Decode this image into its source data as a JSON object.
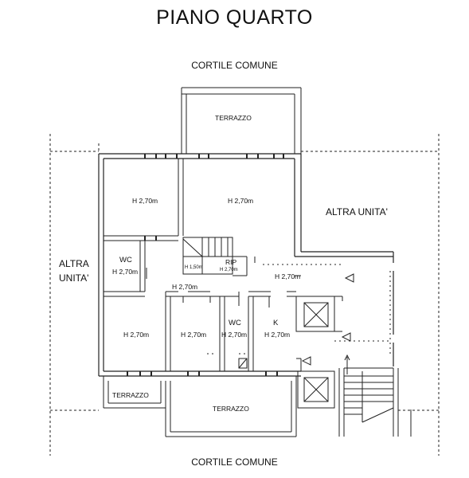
{
  "plan": {
    "title": "PIANO QUARTO",
    "courtyard_top": "CORTILE COMUNE",
    "courtyard_bottom": "CORTILE COMUNE",
    "terrace_top": "TERRAZZO",
    "terrace_bottom_left": "TERRAZZO",
    "terrace_bottom": "TERRAZZO",
    "other_unit_right": "ALTRA UNITA'",
    "other_unit_left_line1": "ALTRA",
    "other_unit_left_line2": "UNITA'",
    "rooms": {
      "room_top_left": "H 2,70m",
      "room_top_center": "H 2,70m",
      "wc_left_label": "WC",
      "wc_left_height": "H 2,70m",
      "stair_height": "H 1,50m",
      "rip_label": "RIP",
      "rip_height": "H 2,70m",
      "corridor_height": "H 2,70m",
      "hall_height": "H 2,70m",
      "room_bottom_left": "H 2,70m",
      "room_bottom_center": "H 2,70m",
      "wc_right_label": "WC",
      "wc_right_height": "H 2,70m",
      "kitchen_label": "K",
      "kitchen_height": "H 2,70m"
    }
  }
}
